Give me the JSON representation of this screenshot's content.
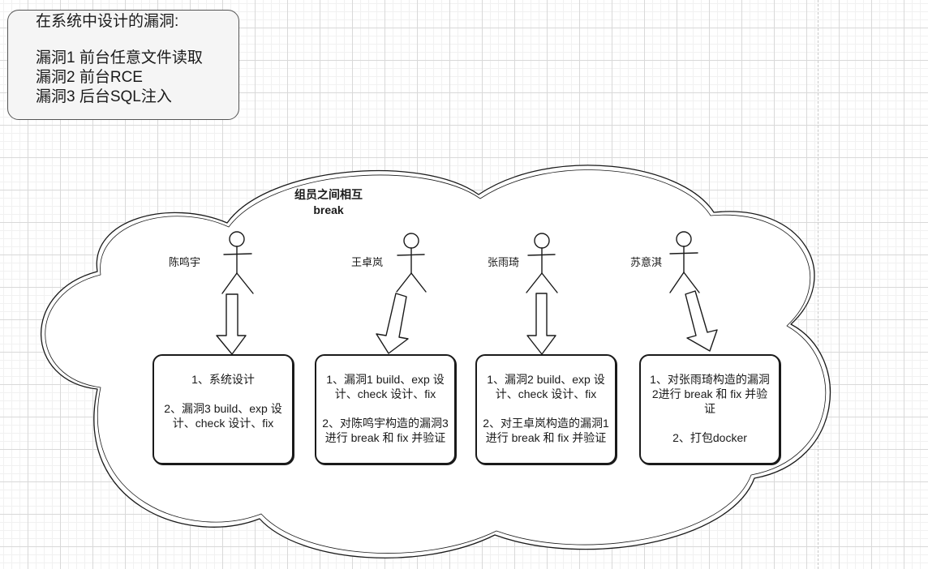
{
  "note": {
    "title": "在系统中设计的漏洞:",
    "lines": [
      "漏洞1 前台任意文件读取",
      "漏洞2 前台RCE",
      "漏洞3 后台SQL注入"
    ]
  },
  "cloud": {
    "title_lines": [
      "组员之间相互",
      "break"
    ]
  },
  "members": [
    {
      "name": "陈鸣宇",
      "tasks": [
        [
          "1、系统设计"
        ],
        [
          "2、漏洞3 build、exp 设",
          "计、check 设计、fix"
        ]
      ]
    },
    {
      "name": "王卓岚",
      "tasks": [
        [
          "1、漏洞1 build、exp 设",
          "计、check 设计、fix"
        ],
        [
          "2、对陈鸣宇构造的漏洞3",
          "进行 break 和 fix 并验证"
        ]
      ]
    },
    {
      "name": "张雨琦",
      "tasks": [
        [
          "1、漏洞2 build、exp 设",
          "计、check 设计、fix"
        ],
        [
          "2、对王卓岚构造的漏洞1",
          "进行 break 和 fix 并验证"
        ]
      ]
    },
    {
      "name": "苏意淇",
      "tasks": [
        [
          "1、对张雨琦构造的漏洞",
          "2进行 break 和 fix 并验",
          "证"
        ],
        [
          "2、打包docker"
        ]
      ]
    }
  ]
}
